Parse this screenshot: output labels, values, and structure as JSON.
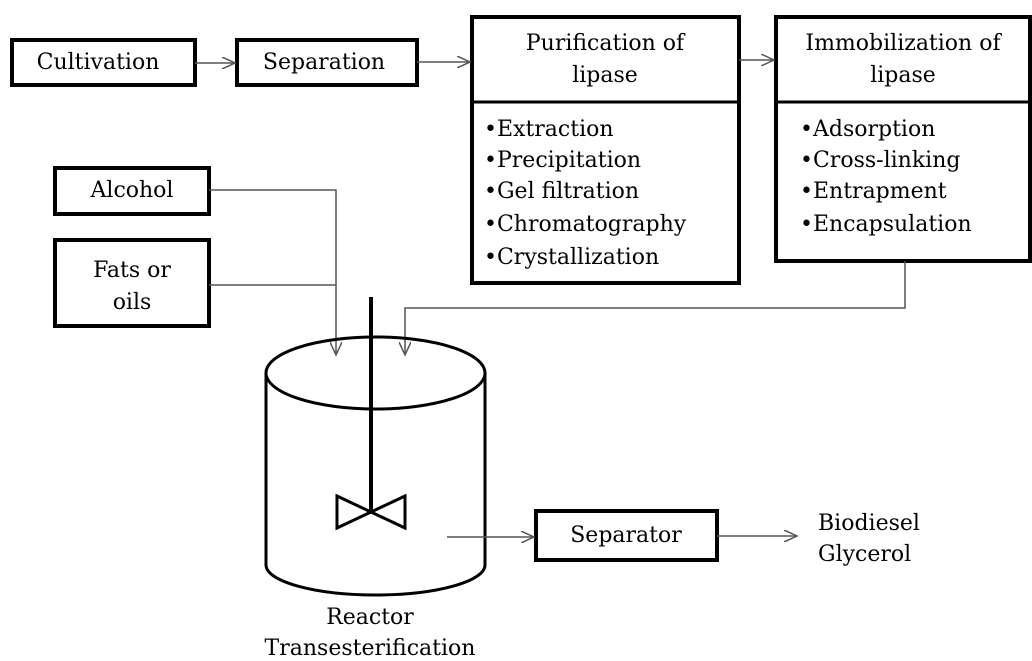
{
  "boxes": {
    "cultivation": "Cultivation",
    "separation": "Separation",
    "purification_title_1": "Purification of",
    "purification_title_2": "lipase",
    "purification_steps": [
      "•Extraction",
      "•Precipitation",
      "•Gel filtration",
      "•Chromatography",
      "•Crystallization"
    ],
    "immobilization_title_1": "Immobilization of",
    "immobilization_title_2": "lipase",
    "immobilization_steps": [
      "•Adsorption",
      "•Cross-linking",
      "•Entrapment",
      "•Encapsulation"
    ],
    "alcohol": "Alcohol",
    "fats_1": "Fats or",
    "fats_2": "oils",
    "separator": "Separator"
  },
  "outputs": {
    "biodiesel": "Biodiesel",
    "glycerol": "Glycerol"
  },
  "reactor": {
    "label_1": "Reactor",
    "label_2": "Transesterification"
  }
}
